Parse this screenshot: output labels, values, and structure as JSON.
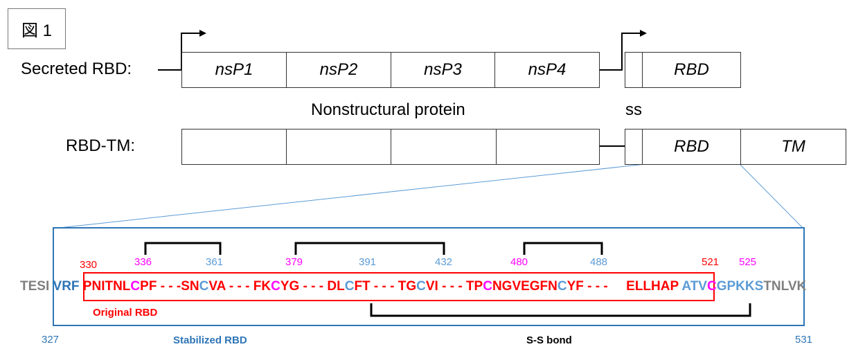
{
  "figure_label": "図 1",
  "rows": {
    "secreted_label": "Secreted RBD:",
    "tm_label": "RBD-TM:"
  },
  "boxes": {
    "nsp1": "nsP1",
    "nsp2": "nsP2",
    "nsp3": "nsP3",
    "nsp4": "nsP4",
    "rbd_top": "RBD",
    "rbd_bottom": "RBD",
    "tm": "TM"
  },
  "captions": {
    "nonstructural": "Nonstructural protein",
    "ss": "ss"
  },
  "sequence": {
    "left_flank": "TESI",
    "left_stab": "VRF",
    "seg1": "PNITNL",
    "c336": "C",
    "seg2": "PF - - -SN",
    "c361": "C",
    "seg3": "VA - - - FK",
    "c379": "C",
    "seg4": "YG - - - DL",
    "c391": "C",
    "seg5": "FT - - - TG",
    "c432": "C",
    "seg6": "VI - - - TP",
    "c480": "C",
    "seg7": "NGVEGFN",
    "c488": "C",
    "seg8": "YF - - -",
    "seg9": "ELLHAP",
    "right_stab1": "ATV",
    "c525": "C",
    "right_stab2": "GPKKS",
    "right_flank": "TNLVK"
  },
  "positions": {
    "p330": "330",
    "p336": "336",
    "p361": "361",
    "p379": "379",
    "p391": "391",
    "p432": "432",
    "p480": "480",
    "p488": "488",
    "p521": "521",
    "p525": "525",
    "p327": "327",
    "p531": "531"
  },
  "labels": {
    "original_rbd": "Original RBD",
    "stabilized_rbd": "Stabilized RBD",
    "ss_bond": "S-S bond"
  },
  "colors": {
    "original": "#ff0000",
    "cysteine": "#ff00ff",
    "stabilized": "#5b9bd5",
    "frame": "#2e75b6",
    "flank": "#7f7f7f"
  }
}
